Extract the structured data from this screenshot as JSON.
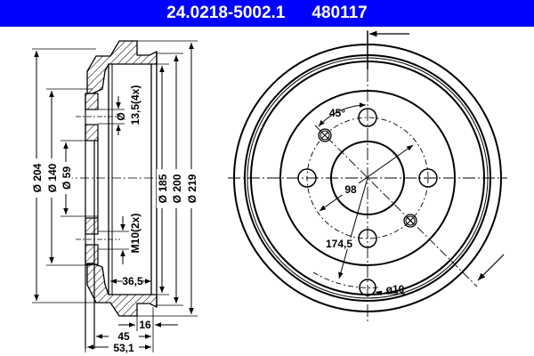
{
  "header": {
    "part_number": "24.0218-5002.1",
    "ref_number": "480117",
    "background": "#0000ff",
    "text_color": "#ffffff"
  },
  "side_view": {
    "dims": {
      "d204": "Ø 204",
      "d140": "Ø 140",
      "d59": "Ø 59",
      "d185": "Ø 185",
      "d200": "Ø 200",
      "d219": "Ø 219",
      "hole": "Ø",
      "hole_size": "13,5(4x)",
      "thread": "M10(2x)",
      "depth": "36,5",
      "w16": "16",
      "w45": "45",
      "w53": "53,1"
    }
  },
  "front_view": {
    "dims": {
      "angle": "45°",
      "pcd": "98",
      "pcd2": "174,5",
      "small_hole": "ø10"
    }
  }
}
